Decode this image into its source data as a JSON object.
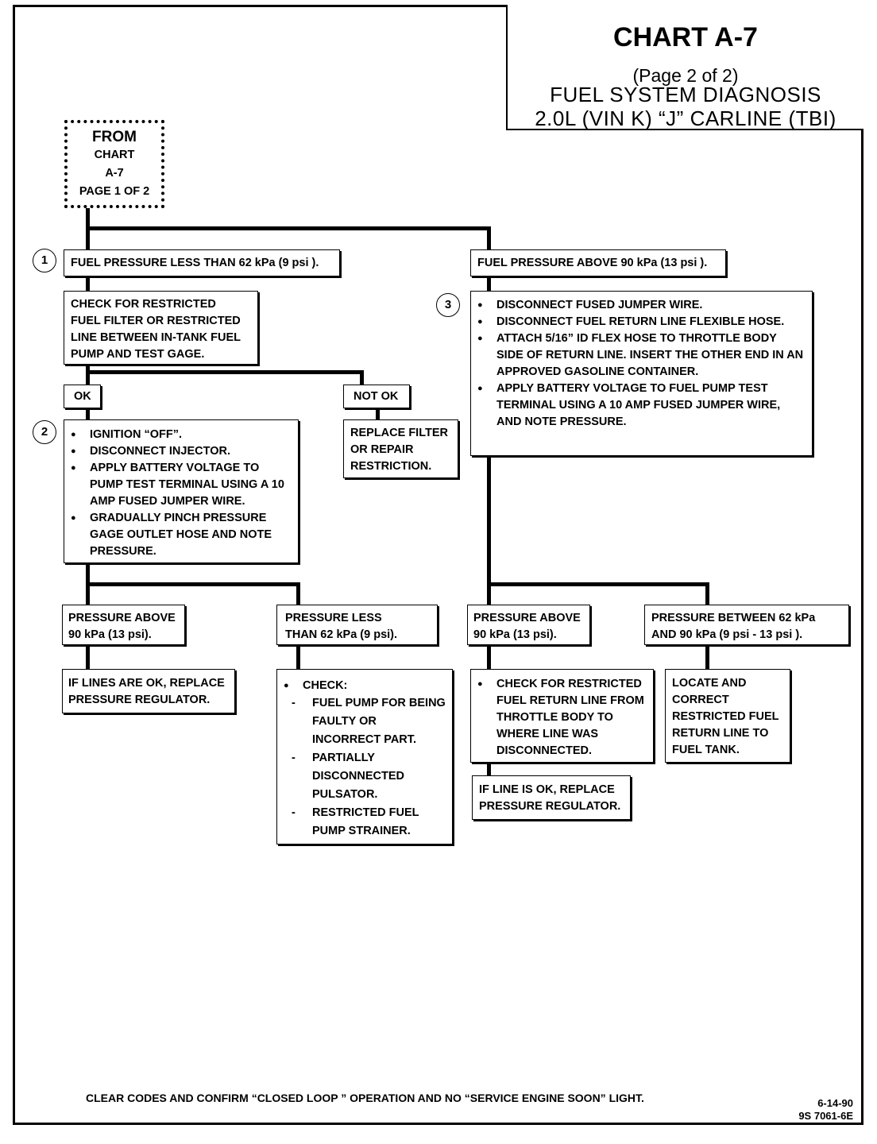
{
  "title": {
    "chart": "CHART A-7",
    "page": "(Page 2 of 2)",
    "system": "FUEL SYSTEM DIAGNOSIS",
    "engine": "2.0L  (VIN K)  “J”  CARLINE  (TBI)"
  },
  "from_box": {
    "line1": "FROM",
    "line2": "CHART",
    "line3": "A-7",
    "line4": "PAGE 1 OF 2"
  },
  "steps": {
    "one": "1",
    "two": "2",
    "three": "3"
  },
  "left": {
    "low_pressure": "FUEL PRESSURE  LESS THAN 62 kPa (9 psi ).",
    "check_filter": [
      "CHECK FOR  RESTRICTED",
      "FUEL FILTER OR RESTRICTED",
      "LINE BETWEEN IN-TANK FUEL",
      "PUMP AND TEST GAGE."
    ],
    "ok": "OK",
    "not_ok": "NOT OK",
    "replace_filter": [
      "REPLACE FILTER",
      "OR REPAIR",
      "RESTRICTION."
    ],
    "step2_items": [
      "IGNITION “OFF”.",
      "DISCONNECT INJECTOR.",
      "APPLY BATTERY VOLTAGE TO PUMP TEST TERMINAL USING A 10 AMP FUSED JUMPER WIRE.",
      "GRADUALLY PINCH PRESSURE GAGE OUTLET HOSE AND NOTE PRESSURE."
    ],
    "pressure_above": [
      "PRESSURE ABOVE",
      "90 kPa  (13 psi)."
    ],
    "pressure_less": [
      "PRESSURE LESS",
      "THAN 62 kPa  (9 psi)."
    ],
    "replace_regulator": [
      "IF LINES ARE OK, REPLACE",
      "PRESSURE REGULATOR."
    ],
    "check_label": "CHECK:",
    "check_items": [
      "FUEL PUMP FOR BEING FAULTY OR INCORRECT PART.",
      "PARTIALLY DISCONNECTED PULSATOR.",
      "RESTRICTED FUEL PUMP STRAINER."
    ]
  },
  "right": {
    "high_pressure": "FUEL PRESSURE ABOVE 90 kPa (13 psi ).",
    "step3_items": [
      "DISCONNECT FUSED JUMPER WIRE.",
      "DISCONNECT FUEL RETURN LINE FLEXIBLE HOSE.",
      "ATTACH 5/16” ID FLEX HOSE TO THROTTLE BODY SIDE OF RETURN LINE.  INSERT THE OTHER END IN AN APPROVED GASOLINE CONTAINER.",
      "APPLY BATTERY VOLTAGE TO FUEL PUMP TEST TERMINAL USING A 10 AMP FUSED JUMPER WIRE, AND NOTE PRESSURE."
    ],
    "pressure_above": [
      "PRESSURE ABOVE",
      "90 kPa  (13 psi)."
    ],
    "pressure_between": [
      "PRESSURE BETWEEN 62 kPa",
      "AND  90 kPa (9 psi  - 13 psi )."
    ],
    "check_return": "CHECK FOR RESTRICTED FUEL RETURN LINE FROM THROTTLE BODY TO WHERE LINE WAS DISCONNECTED.",
    "replace_regulator": [
      "IF LINE IS OK, REPLACE",
      "PRESSURE REGULATOR."
    ],
    "locate_correct": [
      "LOCATE AND",
      "CORRECT",
      "RESTRICTED FUEL",
      "RETURN LINE TO",
      "FUEL TANK."
    ]
  },
  "footer": "CLEAR CODES AND CONFIRM “CLOSED LOOP ” OPERATION AND NO “SERVICE ENGINE SOON” LIGHT.",
  "doc_code": {
    "date": "6-14-90",
    "number": "9S 7061-6E"
  }
}
